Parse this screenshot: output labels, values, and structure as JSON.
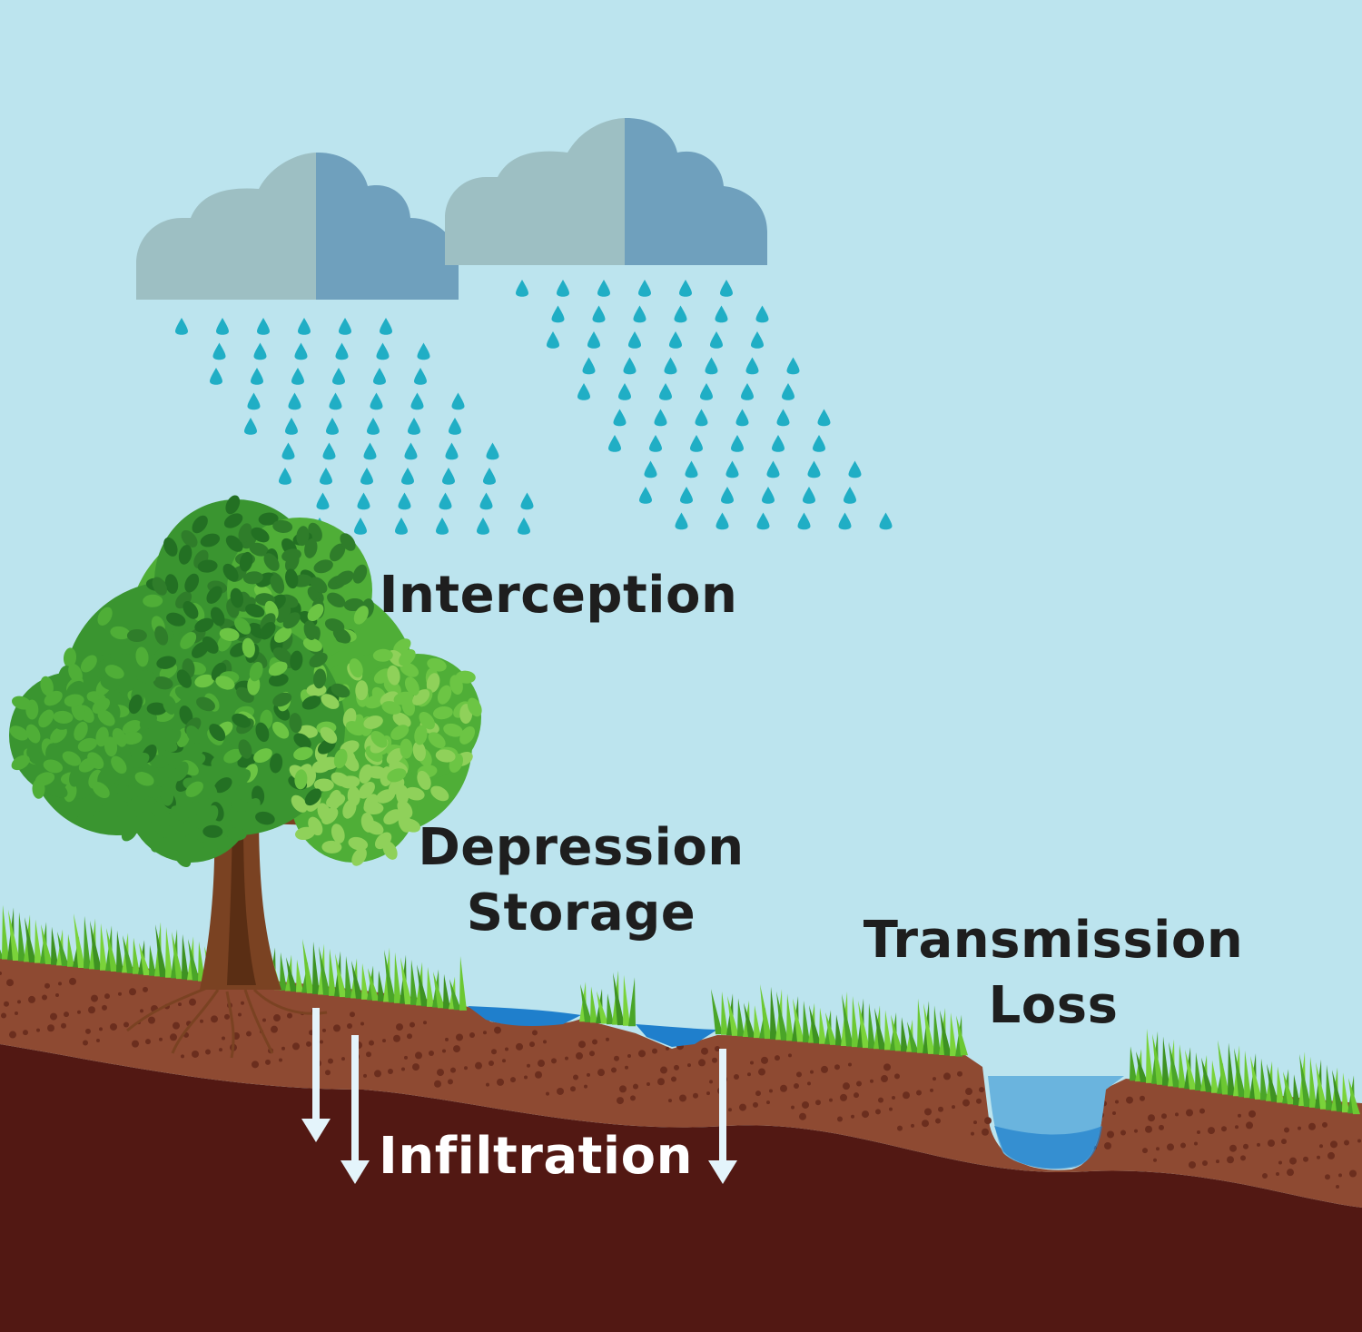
{
  "labels": {
    "interception": "Interception",
    "depression_line1": "Depression",
    "depression_line2": "Storage",
    "transmission_line1": "Transmission",
    "transmission_line2": "Loss",
    "infiltration": "Infiltration"
  },
  "colors": {
    "sky": "#bce4ee",
    "cloud_light": "#9dbfc3",
    "cloud_dark": "#6fa0bd",
    "raindrop": "#20aec5",
    "grass": "#5fbf2a",
    "topsoil": "#8e4a32",
    "deep_soil": "#521813",
    "water": "#1f7fcc",
    "channel_water": "#6ab4de",
    "arrow": "#e4f4fb",
    "leaf": "#4fae37",
    "trunk": "#7a4222",
    "label_text": "#1e1e1e"
  },
  "icons": [
    "cloud-icon",
    "raindrop-icon",
    "tree-icon",
    "down-arrow-icon"
  ]
}
